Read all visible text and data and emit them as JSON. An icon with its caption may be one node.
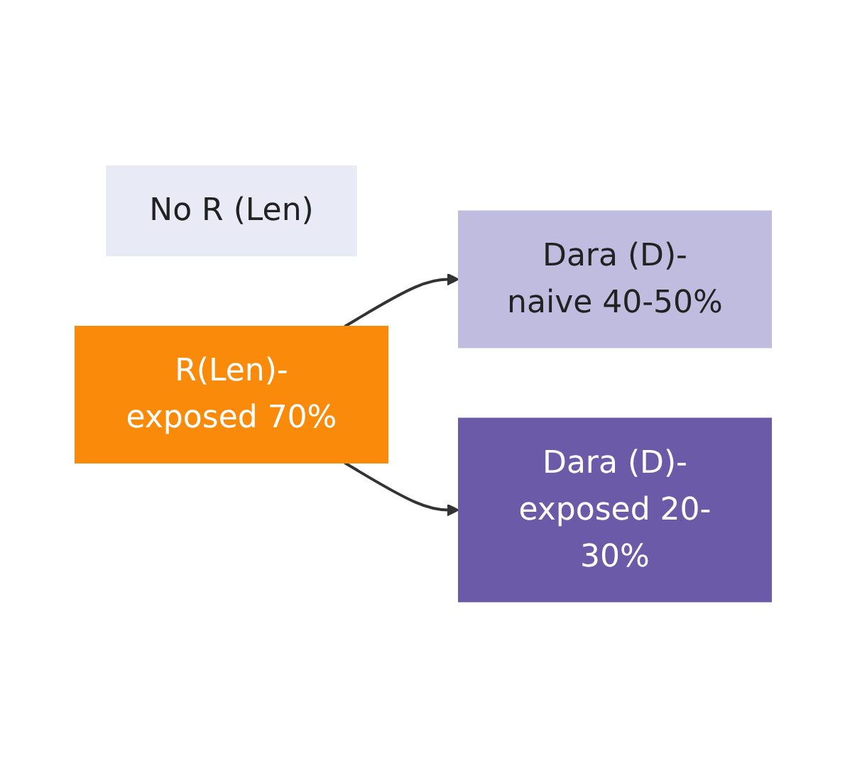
{
  "diagram": {
    "nodes": [
      {
        "text": [
          "No R (Len)"
        ]
      },
      {
        "text": [
          "R(Len)-exposed 70%"
        ]
      },
      {
        "text": [
          "Dara (D)-naive 40-50%"
        ]
      },
      {
        "text": [
          "Dara (D)-exposed 20-30%"
        ]
      }
    ],
    "edges": [
      {
        "from": 1,
        "to": 2,
        "arrow": "to"
      },
      {
        "from": 1,
        "to": 3,
        "arrow": "to"
      }
    ]
  }
}
